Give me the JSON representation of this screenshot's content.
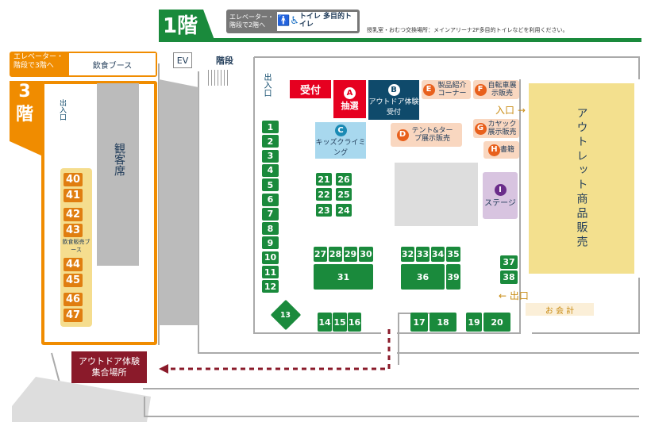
{
  "header": {
    "floor1": "1階",
    "elevator_note": "エレベーター・階段で2階へ",
    "toilet_label": "トイレ 多目的トイレ",
    "nursing_note": "授乳室・おむつ交換場所：メインアリーナ2F多目的トイレなどを利用ください。"
  },
  "floor3": {
    "elevator_note": "エレベーター・階段で3階へ",
    "food_booth": "飲食ブース",
    "label": "3階",
    "entrance": "出入口",
    "seats": "観客席",
    "food_sales": "飲食販売ブース",
    "booths": [
      "40",
      "41",
      "42",
      "43",
      "44",
      "45",
      "46",
      "47"
    ]
  },
  "floor1": {
    "ev": "EV",
    "stairs": "階段",
    "entrance": "出入口",
    "reception": "受付",
    "a": {
      "letter": "A",
      "label": "抽選"
    },
    "b": {
      "letter": "B",
      "label": "アウトドア体験受付"
    },
    "c": {
      "letter": "C",
      "label": "キッズクライミング"
    },
    "d": {
      "letter": "D",
      "label": "テント&タープ展示販売"
    },
    "e": {
      "letter": "E",
      "label": "製品紹介コーナー"
    },
    "f": {
      "letter": "F",
      "label": "自転車展示販売"
    },
    "g": {
      "letter": "G",
      "label": "カヤック展示販売"
    },
    "h": {
      "letter": "H",
      "label": "書籍"
    },
    "i": {
      "letter": "I",
      "label": "ステージ"
    },
    "entry": "入口",
    "exit": "出口",
    "checkout": "お 会 計",
    "outlet": "アウトレット商品販売",
    "outdoor_meeting": "アウトドア体験集合場所",
    "booths": [
      "1",
      "2",
      "3",
      "4",
      "5",
      "6",
      "7",
      "8",
      "9",
      "10",
      "11",
      "12",
      "13",
      "14",
      "15",
      "16",
      "17",
      "18",
      "19",
      "20",
      "21",
      "22",
      "23",
      "24",
      "25",
      "26",
      "27",
      "28",
      "29",
      "30",
      "31",
      "32",
      "33",
      "34",
      "35",
      "36",
      "37",
      "38",
      "39"
    ]
  },
  "colors": {
    "green": "#1a8a3c",
    "orange": "#f08c00",
    "red": "#e60020",
    "navy": "#0f4a6b",
    "gold": "#d99a1a"
  }
}
